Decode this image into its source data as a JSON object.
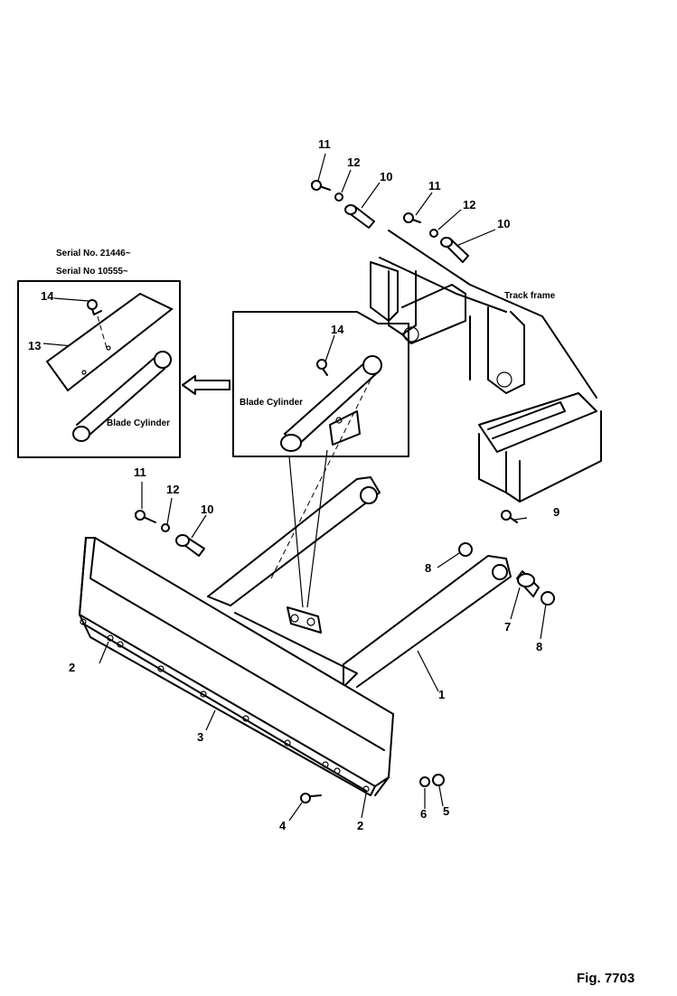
{
  "figure_label": "Fig. 7703",
  "inset_left": {
    "serial_lines": [
      "Serial No. 21446~",
      "Serial No 10555~"
    ],
    "component_label": "Blade Cylinder"
  },
  "inset_center": {
    "component_label": "Blade Cylinder"
  },
  "track_frame_label": "Track frame",
  "callouts": {
    "c1": "1",
    "c2a": "2",
    "c2b": "2",
    "c3": "3",
    "c4": "4",
    "c5": "5",
    "c6": "6",
    "c7": "7",
    "c8a": "8",
    "c8b": "8",
    "c9": "9",
    "c10a": "10",
    "c10b": "10",
    "c10c": "10",
    "c11a": "11",
    "c11b": "11",
    "c11c": "11",
    "c12a": "12",
    "c12b": "12",
    "c12c": "12",
    "c13": "13",
    "c14a": "14",
    "c14b": "14"
  }
}
